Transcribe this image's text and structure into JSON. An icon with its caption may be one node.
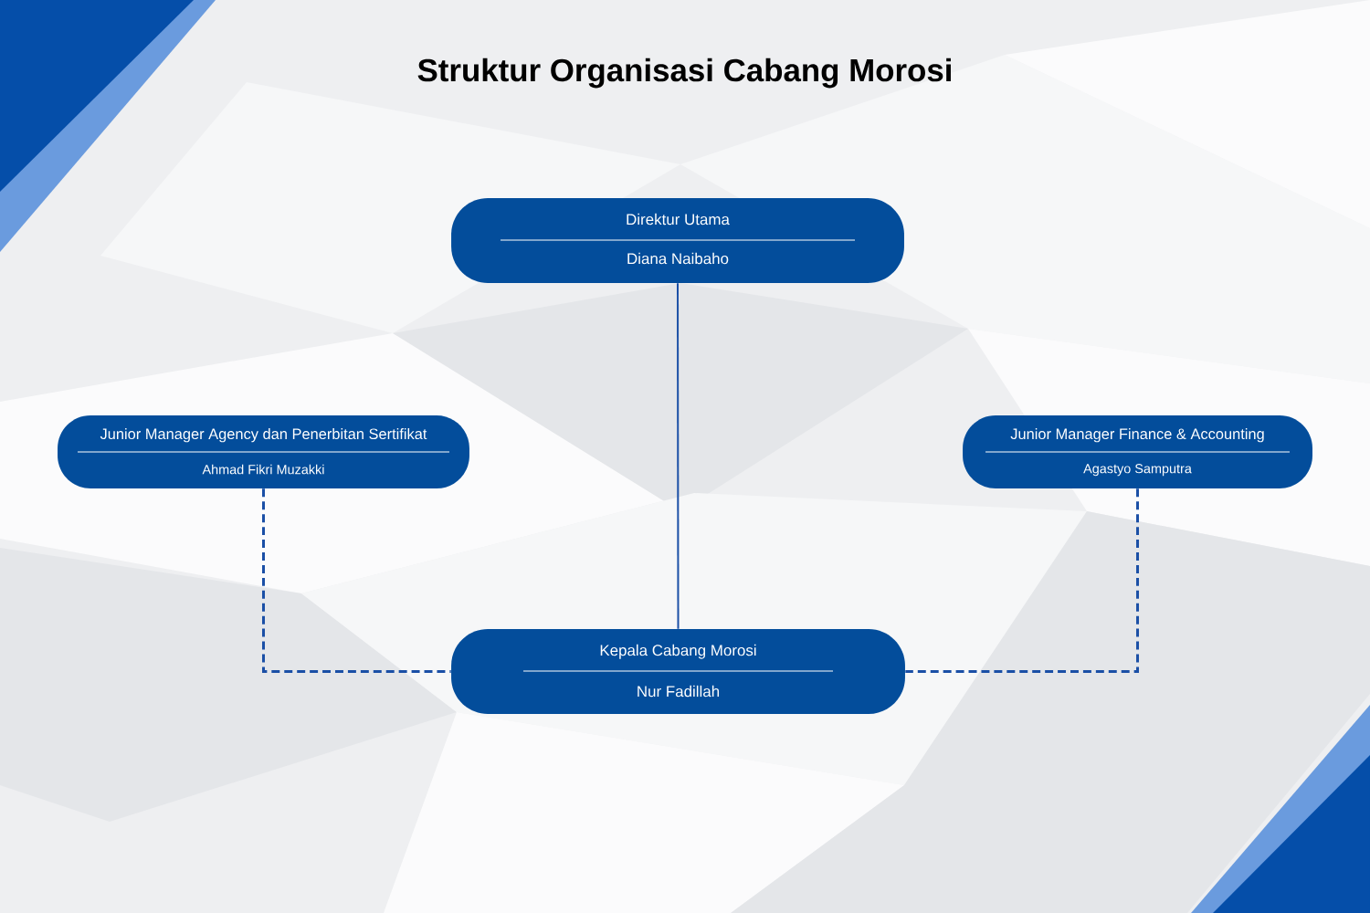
{
  "diagram": {
    "title": "Struktur Organisasi Cabang Morosi",
    "nodes": [
      {
        "text": [
          "Direktur Utama",
          "Diana Naibaho"
        ]
      },
      {
        "text": [
          "Junior Manager Agency dan Penerbitan Sertifikat",
          "Ahmad Fikri Muzakki"
        ]
      },
      {
        "text": [
          "Junior Manager Finance & Accounting",
          "Agastyo Samputra"
        ]
      },
      {
        "text": [
          "Kepala Cabang Morosi",
          "Nur Fadillah"
        ]
      }
    ],
    "edges": [
      {
        "from": 0,
        "to": 3,
        "arrow": "none"
      },
      {
        "from": 1,
        "to": 3,
        "arrow": "none",
        "style": "dashed"
      },
      {
        "from": 2,
        "to": 3,
        "arrow": "none",
        "style": "dashed"
      }
    ]
  }
}
